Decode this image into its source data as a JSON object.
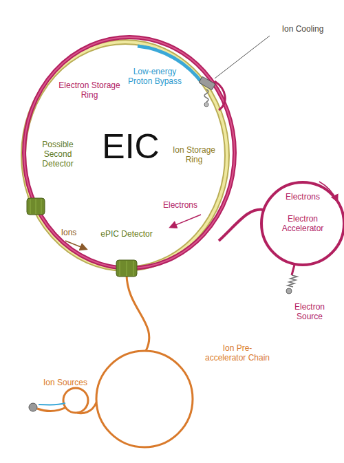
{
  "diagram": {
    "nodes": [
      {
        "text": [
          "Possible Second Detector"
        ]
      },
      {
        "text": [
          "ePIC Detector"
        ]
      }
    ],
    "labels": [
      "EIC",
      "Electron Storage Ring",
      "Low-energy Proton Bypass",
      "Ion Cooling",
      "Ion Storage Ring",
      "Electrons",
      "Electron Accelerator",
      "Electrons",
      "Ions",
      "Electron Source",
      "Ion Pre-accelerator Chain",
      "Ion Sources"
    ]
  }
}
